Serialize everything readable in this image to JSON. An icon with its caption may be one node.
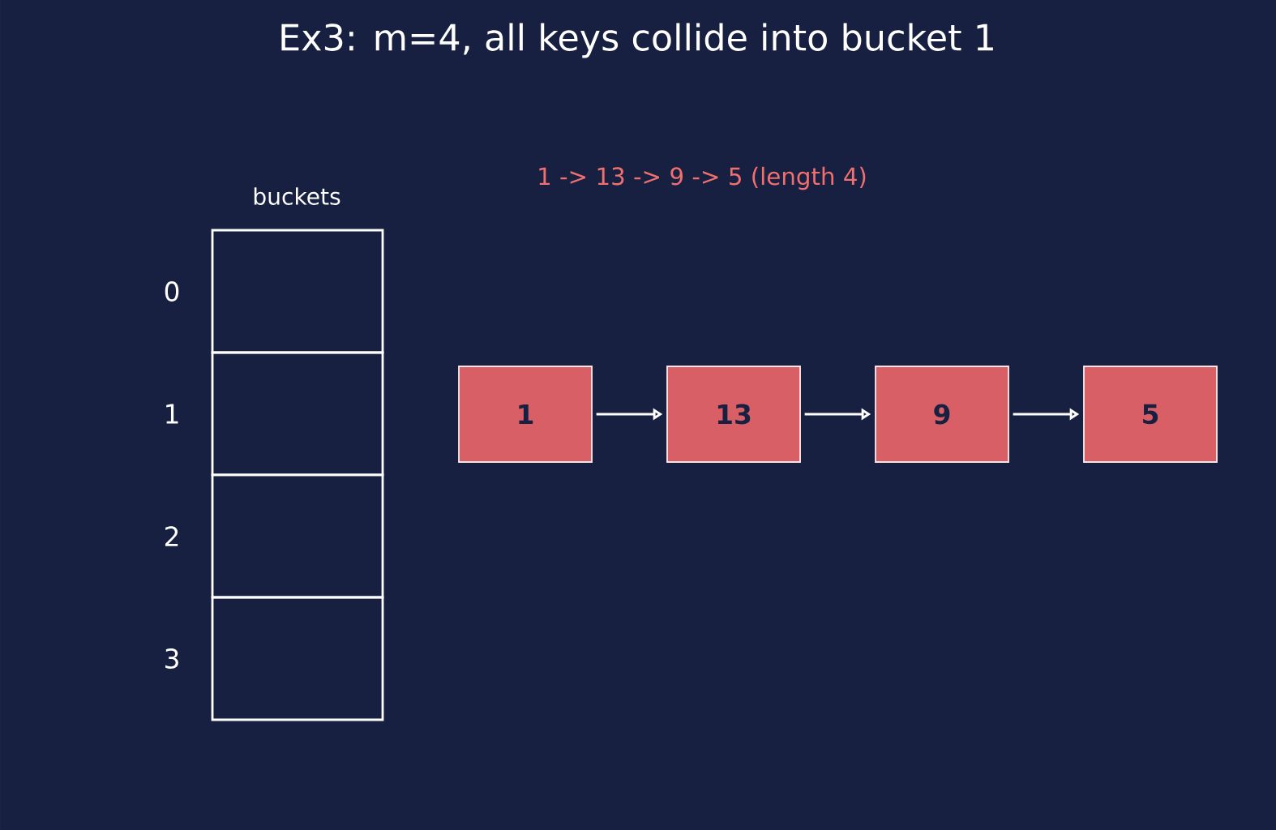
{
  "diagram": {
    "title": "Ex3: m=4, all keys collide into bucket 1",
    "nodes": [
      {
        "text": [],
        "shape": "box",
        "beside": [
          "0"
        ]
      },
      {
        "text": [],
        "shape": "box",
        "beside": [
          "1"
        ]
      },
      {
        "text": [],
        "shape": "box",
        "beside": [
          "2"
        ]
      },
      {
        "text": [],
        "shape": "box",
        "beside": [
          "3"
        ]
      },
      {
        "text": [
          "1"
        ]
      },
      {
        "text": [
          "13"
        ]
      },
      {
        "text": [
          "9"
        ]
      },
      {
        "text": [
          "5"
        ]
      }
    ],
    "edges": [
      {
        "from": 4,
        "to": 5,
        "arrow": "to"
      },
      {
        "from": 5,
        "to": 6,
        "arrow": "to"
      },
      {
        "from": 6,
        "to": 7,
        "arrow": "to"
      }
    ],
    "labels": [
      "buckets",
      "1 -> 13 -> 9 -> 5  (length 4)"
    ]
  }
}
